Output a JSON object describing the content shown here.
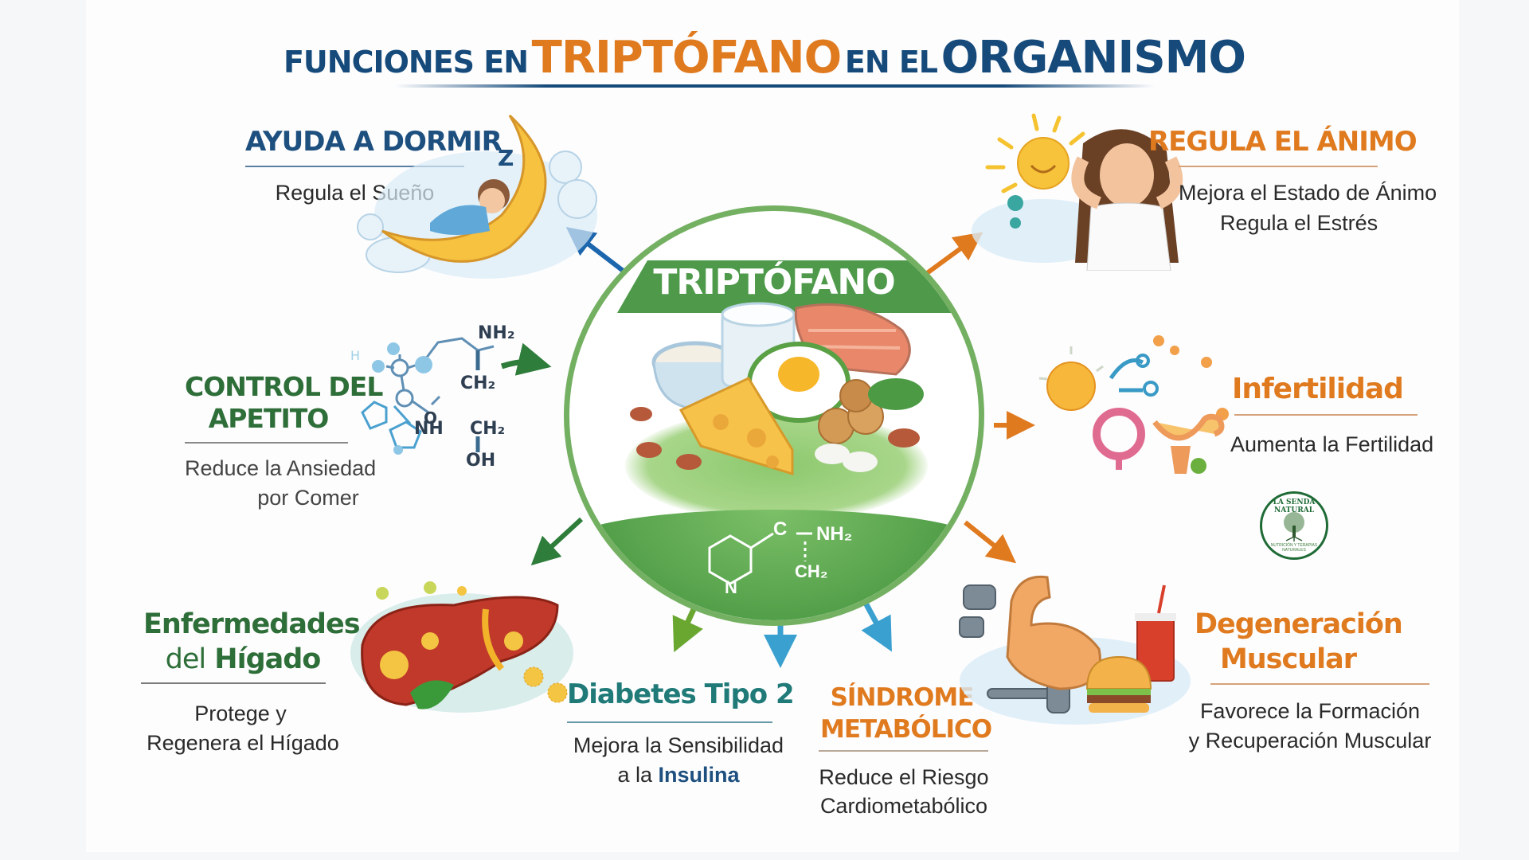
{
  "title": {
    "part1": "FUNCIONES EN",
    "part2": "TRIPTÓFANO",
    "part3": "EN EL",
    "part4": "ORGANISMO"
  },
  "center": {
    "title": "TRIPTÓFANO",
    "formula": {
      "c": "C",
      "nh2": "NH₂",
      "ch2": "CH₂",
      "n": "N"
    },
    "foods": [
      "bowl of oats",
      "glass of milk",
      "salmon steak",
      "fried egg",
      "cheese wedge",
      "nuts",
      "beans",
      "spinach leaves"
    ]
  },
  "sections": {
    "sleep": {
      "heading": "AYUDA A DORMIR",
      "desc": [
        "Regula el Sueño"
      ],
      "icon": "sleeping-child-on-moon",
      "z": "Z"
    },
    "mood": {
      "heading": "REGULA EL ÁNIMO",
      "desc": [
        "Mejora el Estado de Ánimo",
        "Regula el Estrés"
      ],
      "icon": "smiling-woman-and-sun"
    },
    "appetite": {
      "heading": [
        "CONTROL DEL",
        "APETITO"
      ],
      "desc": [
        "Reduce la Ansiedad",
        "por Comer"
      ],
      "icon": "molecule",
      "molecule_labels": {
        "nh2": "NH₂",
        "ch2a": "CH₂",
        "nh": "NH",
        "ch2b": "CH₂",
        "oh": "OH",
        "o": "O",
        "h": "H"
      }
    },
    "fertility": {
      "heading": "Infertilidad",
      "desc": [
        "Aumenta la Fertilidad"
      ],
      "icon": "reproductive-system"
    },
    "liver": {
      "heading": [
        "Enfermedades",
        "del",
        "Hígado"
      ],
      "desc": [
        "Protege y",
        "Regenera el Hígado"
      ],
      "icon": "liver"
    },
    "diabetes": {
      "heading": "Diabetes Tipo 2",
      "desc": [
        "Mejora la Sensibilidad",
        "a la",
        "Insulina"
      ]
    },
    "metabolic": {
      "heading": [
        "SÍNDROME",
        "METABÓLICO"
      ],
      "desc": [
        "Reduce el Riesgo",
        "Cardiometabólico"
      ]
    },
    "muscle": {
      "heading": [
        "Degeneración",
        "Muscular"
      ],
      "desc": [
        "Favorece la Formación",
        "y Recuperación Muscular"
      ],
      "icon": "flexed-arm-with-burger"
    }
  },
  "logo": {
    "name": "LA SENDA NATURAL",
    "tagline": "NUTRICIÓN Y TERAPIAS NATURALES"
  },
  "colors": {
    "navy": "#154a7a",
    "orange": "#e07a1e",
    "green": "#2e6e38",
    "teal": "#1f7a78",
    "circle_green": "#74b062",
    "arrow_blue": "#1c66ad",
    "arrow_light_blue": "#3aa0d0",
    "arrow_lime": "#6aa730"
  }
}
